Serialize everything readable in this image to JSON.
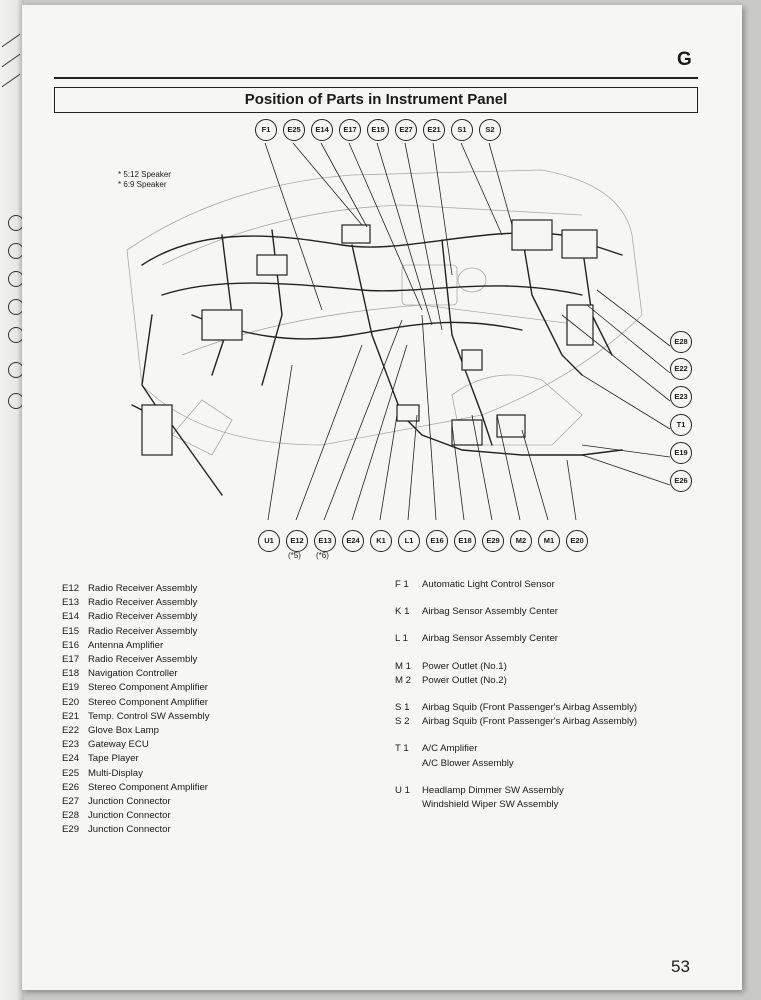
{
  "page": {
    "section_letter": "G",
    "title": "Position of Parts in Instrument Panel",
    "page_number": "53"
  },
  "diagram": {
    "speaker_notes": [
      "* 5:12 Speaker",
      "* 6:9 Speaker"
    ],
    "top_connectors": [
      "F1",
      "E25",
      "E14",
      "E17",
      "E15",
      "E27",
      "E21",
      "S1",
      "S2"
    ],
    "right_connectors": [
      "E28",
      "E22",
      "E23",
      "T1",
      "E19",
      "E26"
    ],
    "bottom_connectors": [
      "U1",
      "E12",
      "E13",
      "E24",
      "K1",
      "L1",
      "E16",
      "E18",
      "E29",
      "M2",
      "M1",
      "E20"
    ],
    "bottom_notes": [
      "(*5)",
      "(*6)"
    ]
  },
  "parts_e": [
    {
      "code": "E12",
      "name": "Radio Receiver Assembly"
    },
    {
      "code": "E13",
      "name": "Radio Receiver Assembly"
    },
    {
      "code": "E14",
      "name": "Radio Receiver Assembly"
    },
    {
      "code": "E15",
      "name": "Radio Receiver Assembly"
    },
    {
      "code": "E16",
      "name": "Antenna Amplifier"
    },
    {
      "code": "E17",
      "name": "Radio Receiver Assembly"
    },
    {
      "code": "E18",
      "name": "Navigation Controller"
    },
    {
      "code": "E19",
      "name": "Stereo Component Amplifier"
    },
    {
      "code": "E20",
      "name": "Stereo Component Amplifier"
    },
    {
      "code": "E21",
      "name": "Temp. Control SW Assembly"
    },
    {
      "code": "E22",
      "name": "Glove Box Lamp"
    },
    {
      "code": "E23",
      "name": "Gateway ECU"
    },
    {
      "code": "E24",
      "name": "Tape Player"
    },
    {
      "code": "E25",
      "name": "Multi-Display"
    },
    {
      "code": "E26",
      "name": "Stereo Component Amplifier"
    },
    {
      "code": "E27",
      "name": "Junction Connector"
    },
    {
      "code": "E28",
      "name": "Junction Connector"
    },
    {
      "code": "E29",
      "name": "Junction Connector"
    }
  ],
  "parts_other": [
    {
      "rows": [
        {
          "code": "F 1",
          "name": "Automatic Light Control Sensor"
        }
      ]
    },
    {
      "rows": [
        {
          "code": "K 1",
          "name": "Airbag Sensor Assembly Center"
        }
      ]
    },
    {
      "rows": [
        {
          "code": "L 1",
          "name": "Airbag Sensor Assembly Center"
        }
      ]
    },
    {
      "rows": [
        {
          "code": "M 1",
          "name": "Power Outlet (No.1)"
        },
        {
          "code": "M 2",
          "name": "Power Outlet (No.2)"
        }
      ]
    },
    {
      "rows": [
        {
          "code": "S 1",
          "name": "Airbag Squib (Front Passenger's Airbag Assembly)"
        },
        {
          "code": "S 2",
          "name": "Airbag Squib (Front Passenger's Airbag Assembly)"
        }
      ]
    },
    {
      "rows": [
        {
          "code": "T 1",
          "name": "A/C Amplifier"
        },
        {
          "code": "",
          "name": "A/C Blower Assembly"
        }
      ]
    },
    {
      "rows": [
        {
          "code": "U 1",
          "name": "Headlamp Dimmer SW Assembly"
        },
        {
          "code": "",
          "name": "Windshield Wiper SW Assembly"
        }
      ]
    }
  ]
}
